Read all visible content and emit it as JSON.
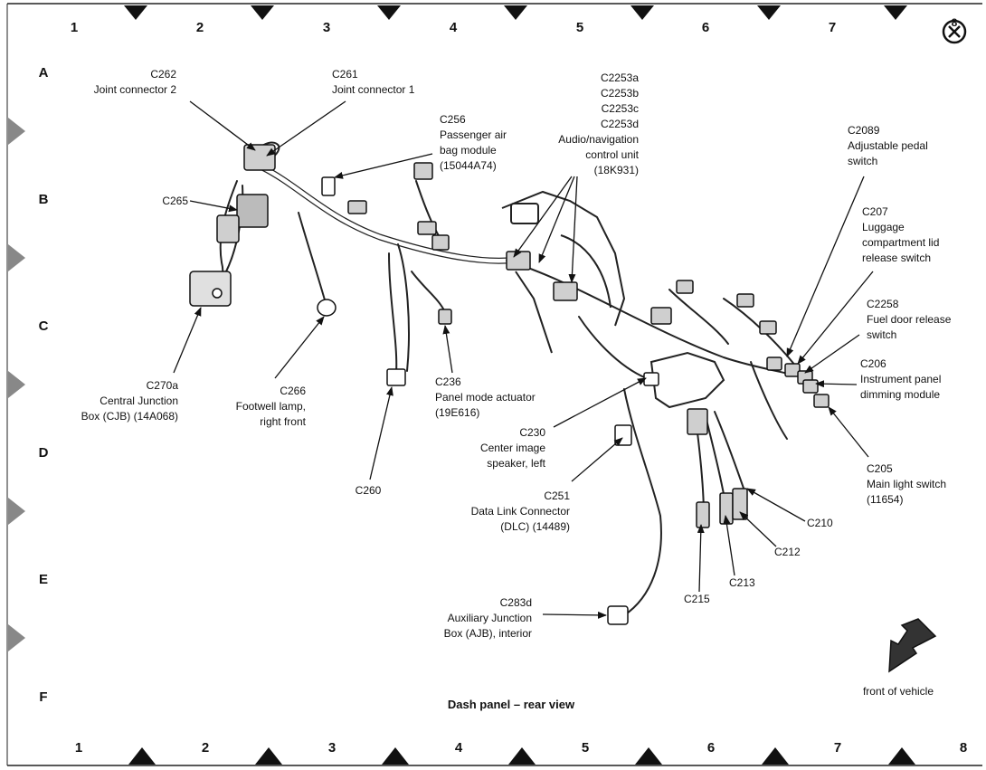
{
  "diagram": {
    "title": "Dash panel – rear view",
    "front_label": "front of vehicle",
    "grid_columns_top": [
      "1",
      "2",
      "3",
      "4",
      "5",
      "6",
      "7",
      "8"
    ],
    "grid_columns_bottom": [
      "1",
      "2",
      "3",
      "4",
      "5",
      "6",
      "7",
      "8"
    ],
    "grid_rows": [
      "A",
      "B",
      "C",
      "D",
      "E",
      "F"
    ],
    "callouts": [
      {
        "id": "c262",
        "lines": [
          "C262",
          "Joint connector 2"
        ]
      },
      {
        "id": "c261",
        "lines": [
          "C261",
          "Joint connector 1"
        ]
      },
      {
        "id": "c256",
        "lines": [
          "C256",
          "Passenger air",
          "bag module",
          "(15044A74)"
        ]
      },
      {
        "id": "c2253",
        "lines": [
          "C2253a",
          "C2253b",
          "C2253c",
          "C2253d",
          "Audio/navigation",
          "control unit",
          "(18K931)"
        ]
      },
      {
        "id": "c2089",
        "lines": [
          "C2089",
          "Adjustable pedal",
          "switch"
        ]
      },
      {
        "id": "c265",
        "lines": [
          "C265"
        ]
      },
      {
        "id": "c207",
        "lines": [
          "C207",
          "Luggage",
          "compartment lid",
          "release switch"
        ]
      },
      {
        "id": "c2258",
        "lines": [
          "C2258",
          "Fuel door release",
          "switch"
        ]
      },
      {
        "id": "c206",
        "lines": [
          "C206",
          "Instrument panel",
          "dimming module"
        ]
      },
      {
        "id": "c270a",
        "lines": [
          "C270a",
          "Central Junction",
          "Box (CJB) (14A068)"
        ]
      },
      {
        "id": "c266",
        "lines": [
          "C266",
          "Footwell lamp,",
          "right front"
        ]
      },
      {
        "id": "c236",
        "lines": [
          "C236",
          "Panel mode actuator",
          "(19E616)"
        ]
      },
      {
        "id": "c230",
        "lines": [
          "C230",
          "Center image",
          "speaker, left"
        ]
      },
      {
        "id": "c205",
        "lines": [
          "C205",
          "Main light switch",
          "(11654)"
        ]
      },
      {
        "id": "c260",
        "lines": [
          "C260"
        ]
      },
      {
        "id": "c251",
        "lines": [
          "C251",
          "Data Link Connector",
          "(DLC) (14489)"
        ]
      },
      {
        "id": "c210",
        "lines": [
          "C210"
        ]
      },
      {
        "id": "c212",
        "lines": [
          "C212"
        ]
      },
      {
        "id": "c213",
        "lines": [
          "C213"
        ]
      },
      {
        "id": "c215",
        "lines": [
          "C215"
        ]
      },
      {
        "id": "c283d",
        "lines": [
          "C283d",
          "Auxiliary Junction",
          "Box (AJB), interior"
        ]
      }
    ]
  },
  "colors": {
    "ink": "#111111",
    "border": "#222222",
    "paper": "#ffffff"
  },
  "icons": {
    "corner_badge": "circled-8-cross-icon",
    "direction": "front-arrow-icon"
  }
}
